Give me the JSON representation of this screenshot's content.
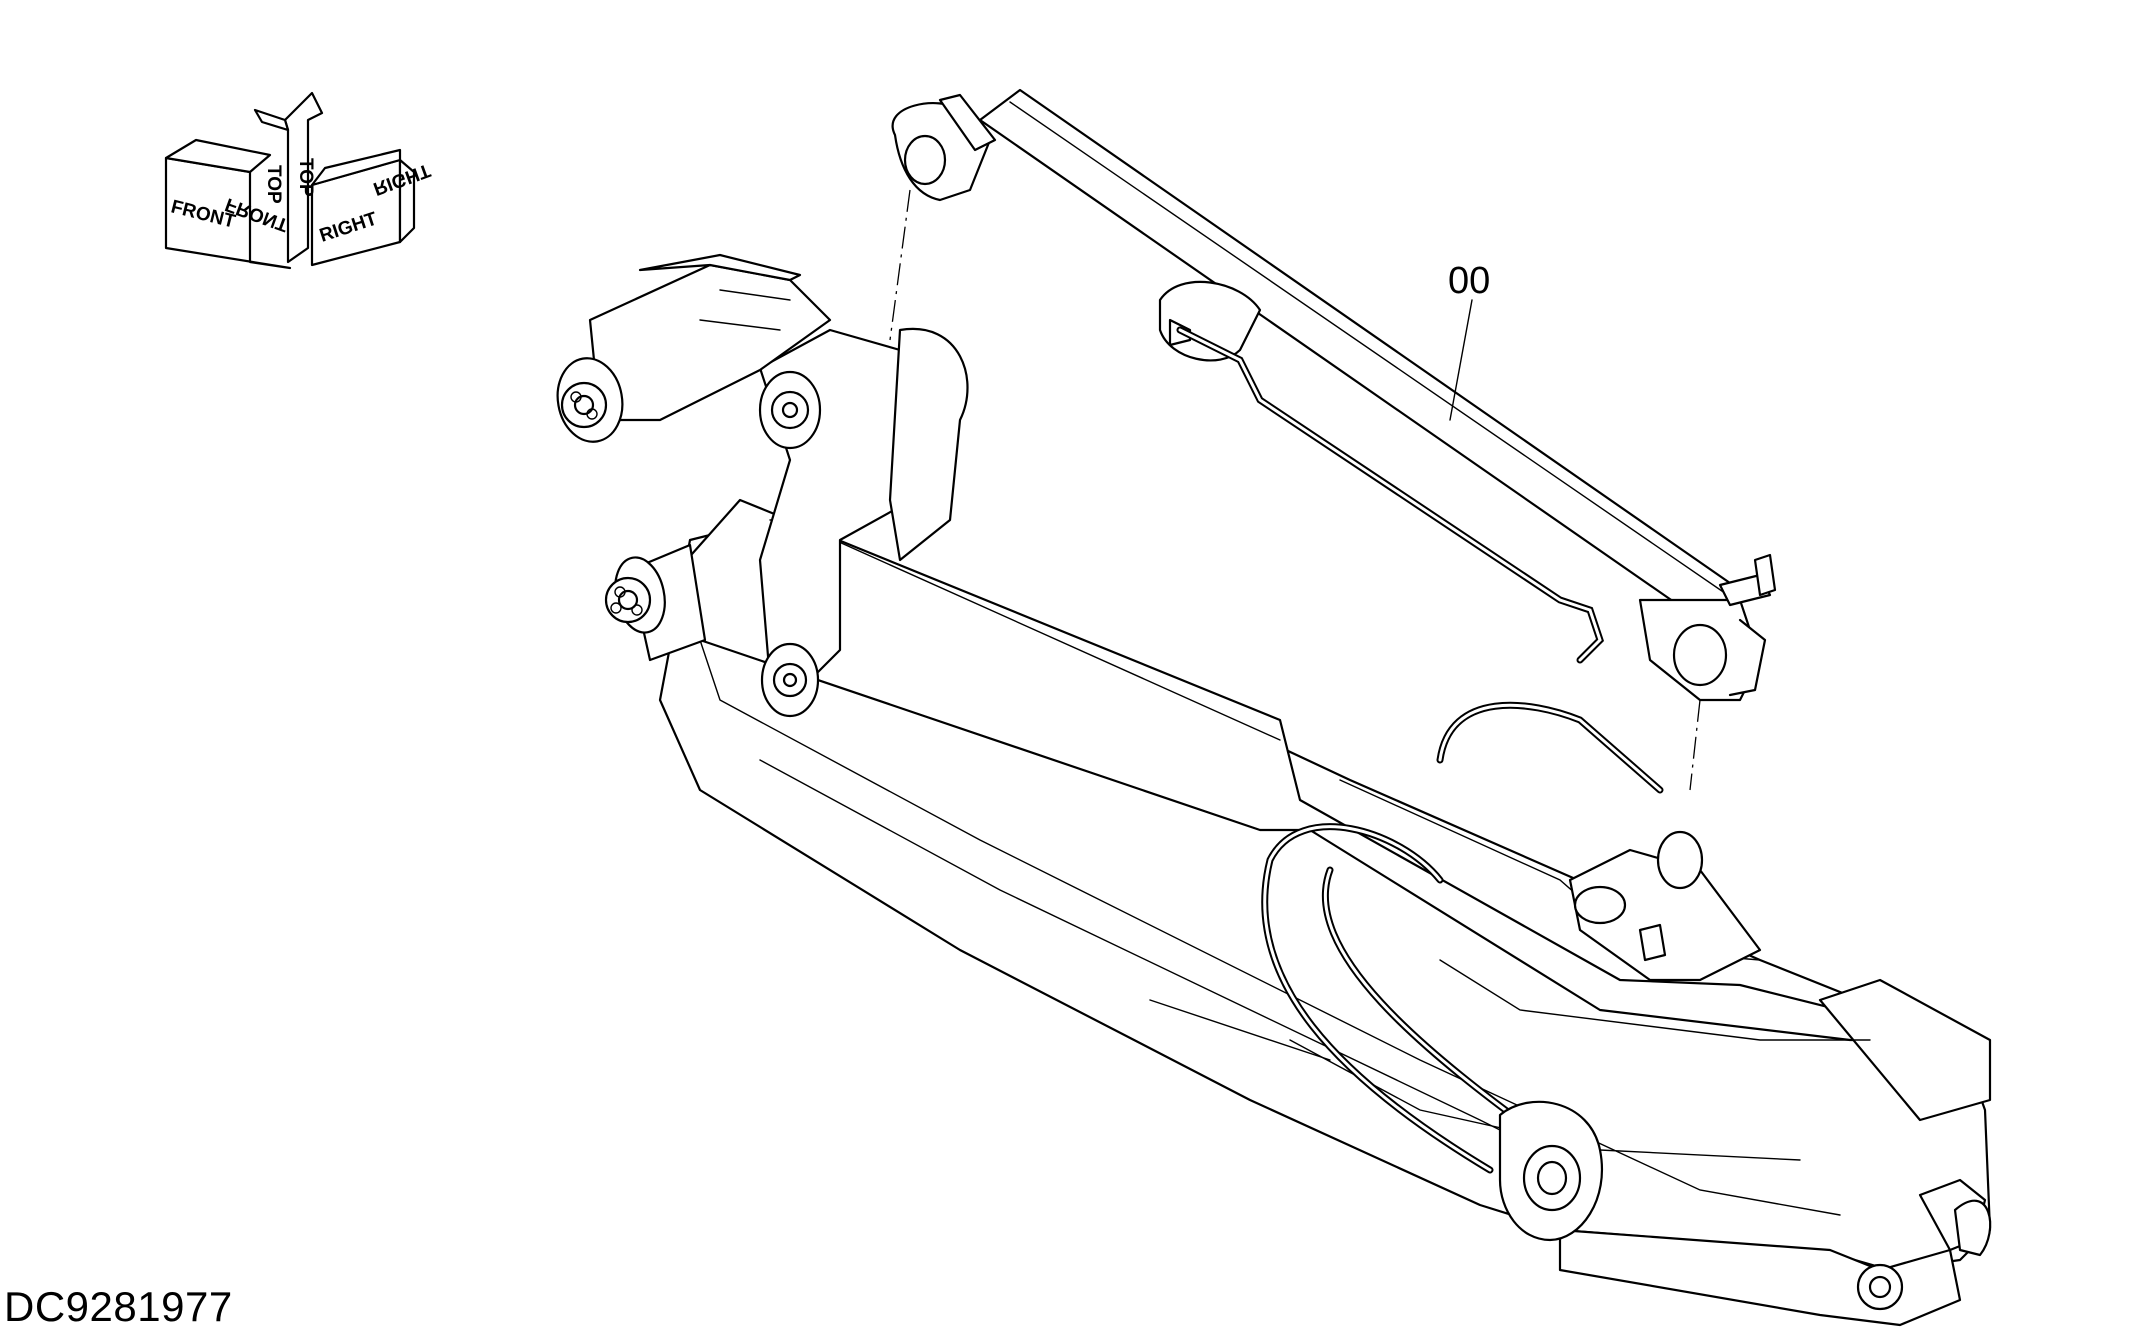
{
  "orientation": {
    "front": "FRONT",
    "top": "TOP",
    "right": "RIGHT"
  },
  "callout": {
    "label": "00"
  },
  "drawing_code": "DC9281977",
  "icons": [
    "orientation-arrows-icon"
  ]
}
